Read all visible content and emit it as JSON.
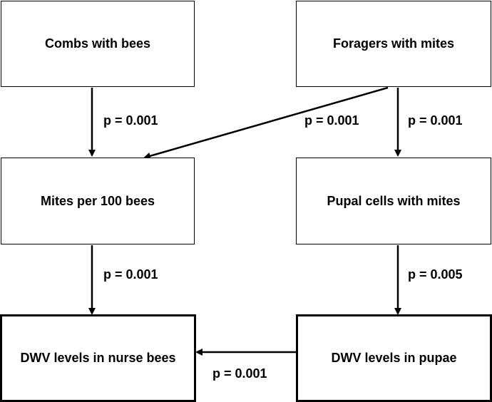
{
  "nodes": {
    "combs": "Combs with bees",
    "foragers": "Foragers with mites",
    "mites_per_100": "Mites per 100 bees",
    "pupal_cells": "Pupal cells with mites",
    "dwv_nurse": "DWV levels in nurse bees",
    "dwv_pupae": "DWV levels in pupae"
  },
  "edges": {
    "combs_to_mites": "p = 0.001",
    "foragers_to_mites": "p = 0.001",
    "foragers_to_pupal": "p = 0.001",
    "mites_to_nurse": "p = 0.001",
    "pupal_to_pupae": "p = 0.005",
    "pupae_to_nurse": "p = 0.001"
  },
  "colors": {
    "line": "#000000",
    "box_fill": "#ffffff"
  }
}
